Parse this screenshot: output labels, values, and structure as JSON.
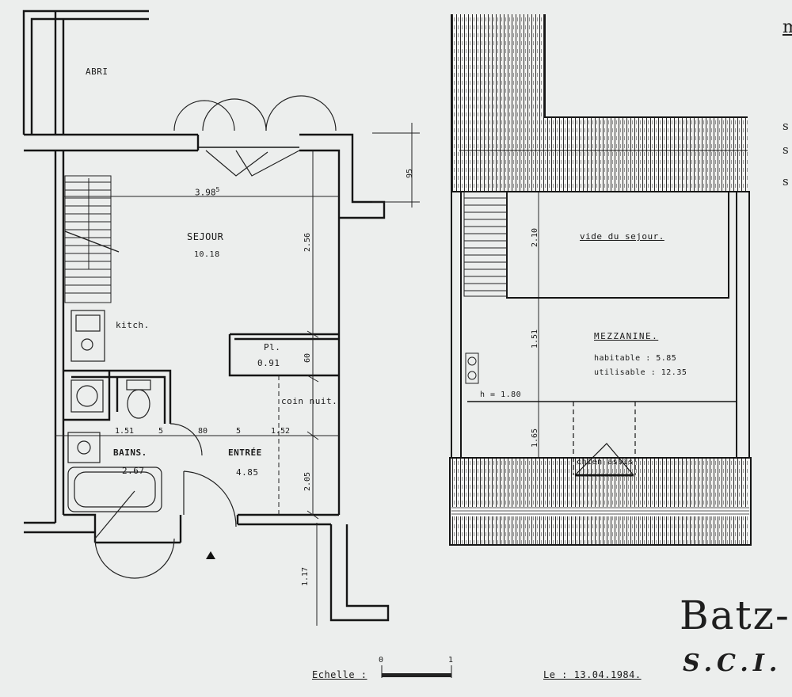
{
  "ground_floor": {
    "abri_label": "ABRI",
    "sejour": {
      "label": "SEJOUR",
      "area": "10.18"
    },
    "kitchen_label": "kitch.",
    "placard": {
      "label": "Pl.",
      "area": "0.91"
    },
    "coin_nuit_label": "coin nuit.",
    "bains": {
      "label": "BAINS.",
      "area": "2.67"
    },
    "entree": {
      "label": "ENTRÉE",
      "area": "4.85"
    },
    "dimensions": {
      "top_width": "3.98",
      "top_width_sup": "5",
      "d95": "95",
      "d256": "2.56",
      "d60": "60",
      "d205": "2.05",
      "d117": "1.17",
      "d151": "1.51",
      "d5a": "5",
      "d80": "80",
      "d5b": "5",
      "d152": "1.52"
    }
  },
  "mezzanine_floor": {
    "vide_label": "vide du sejour.",
    "mezzanine_label": "MEZZANINE.",
    "habitable": "habitable : 5.85",
    "utilisable": "utilisable : 12.35",
    "h_label": "h = 1.80",
    "chien_assis_label": "chien assis",
    "dimensions": {
      "d210": "2.10",
      "d151": "1.51",
      "d165": "1.65"
    }
  },
  "footer": {
    "scale_label": "Echelle :",
    "scale_start": "0",
    "scale_end": "1",
    "date_label": "Le : 13.04.1984."
  },
  "title_block": {
    "line1": "Batz-",
    "line2": "S.C.I. L",
    "side_heading": "m",
    "side_items": [
      "s",
      "s",
      "s"
    ]
  }
}
